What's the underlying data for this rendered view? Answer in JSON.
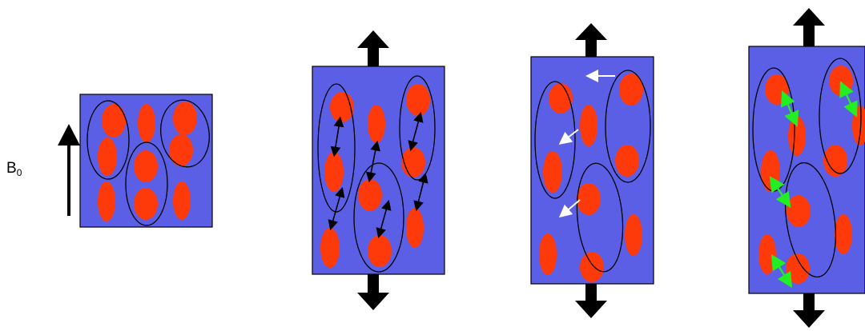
{
  "field_label": "B",
  "field_label_subscript": "0",
  "colors": {
    "background": "#ffffff",
    "panel_fill": "#5b5fe6",
    "particle": "#ff3a0a",
    "outline": "#000000",
    "white_arrow": "#ffffff",
    "green_arrow": "#22ee22"
  },
  "icons": [
    "field-arrow-icon",
    "stretch-arrow-up-icon",
    "stretch-arrow-down-icon",
    "displacement-arrow-icon",
    "green-arrow-icon"
  ],
  "panels": [
    {
      "name": "panel-1",
      "stretch_arrows": false,
      "inner_arrows": "none"
    },
    {
      "name": "panel-2",
      "stretch_arrows": true,
      "inner_arrows": "black"
    },
    {
      "name": "panel-3",
      "stretch_arrows": true,
      "inner_arrows": "white"
    },
    {
      "name": "panel-4",
      "stretch_arrows": true,
      "inner_arrows": "green"
    }
  ]
}
